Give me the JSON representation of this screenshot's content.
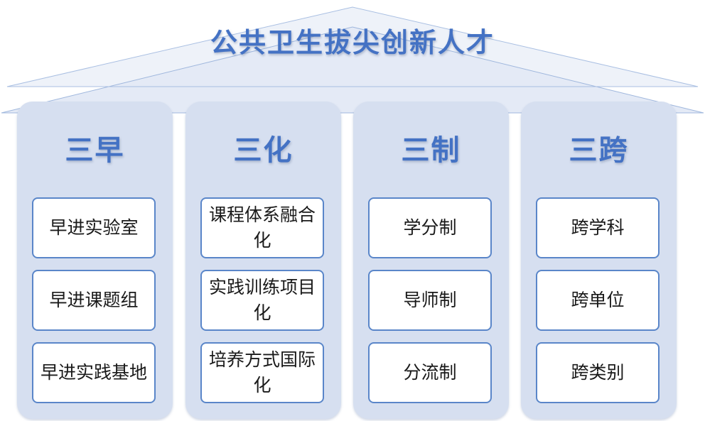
{
  "title": "公共卫生拔尖创新人才",
  "pillars": [
    {
      "heading": "三早",
      "items": [
        "早进实验室",
        "早进课题组",
        "早进实践基地"
      ]
    },
    {
      "heading": "三化",
      "items": [
        "课程体系融合化",
        "实践训练项目化",
        "培养方式国际化"
      ]
    },
    {
      "heading": "三制",
      "items": [
        "学分制",
        "导师制",
        "分流制"
      ]
    },
    {
      "heading": "三跨",
      "items": [
        "跨学科",
        "跨单位",
        "跨类别"
      ]
    }
  ],
  "colors": {
    "accent": "#4472c4",
    "pillar_fill": "#d6dff0",
    "box_border": "#5a86c9",
    "roof_fill": "#e9eef7",
    "roof_stroke": "#9fb7dd"
  }
}
